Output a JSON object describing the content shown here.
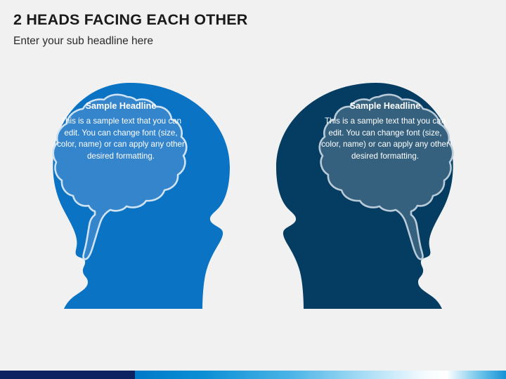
{
  "slide": {
    "title": "2 HEADS FACING EACH OTHER",
    "subtitle": "Enter your sub headline here",
    "background_color": "#f1f1f1"
  },
  "figures": [
    {
      "id": "left-head",
      "facing": "right",
      "head_color": "#0b73c4",
      "brain_color": "#3585cc",
      "brain_outline_color": "#cfe3f2",
      "headline": "Sample Headline",
      "body": "This is a sample text that you can edit. You can change font (size, color, name) or can apply any other desired formatting.",
      "text_color": "#ffffff"
    },
    {
      "id": "right-head",
      "facing": "left",
      "head_color": "#053c62",
      "brain_color": "#35617f",
      "brain_outline_color": "#b9cbd8",
      "headline": "Sample Headline",
      "body": "This is a sample text that you can edit. You can change font (size, color, name) or can apply any other desired formatting.",
      "text_color": "#ffffff"
    }
  ],
  "footer": {
    "navy_color": "#0d2260",
    "gradient_from": "#0079c8",
    "gradient_to": "#ffffff"
  }
}
